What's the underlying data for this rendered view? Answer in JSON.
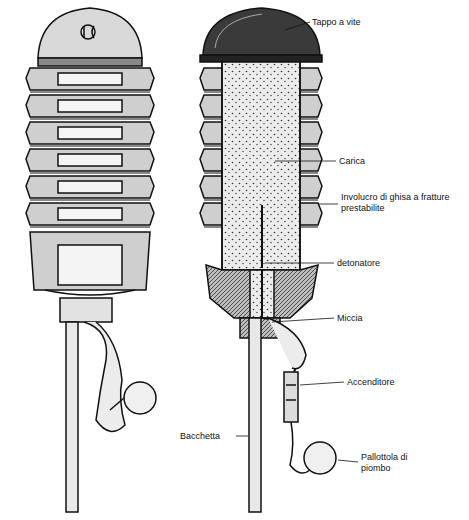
{
  "diagram": {
    "labels": [
      "Tappo a vite",
      "Carica",
      "Involucro di ghisa a fratture prestabilite",
      "detonatore",
      "Miccia",
      "Accenditore",
      "Bacchetta",
      "Pallottola di piombo"
    ]
  }
}
